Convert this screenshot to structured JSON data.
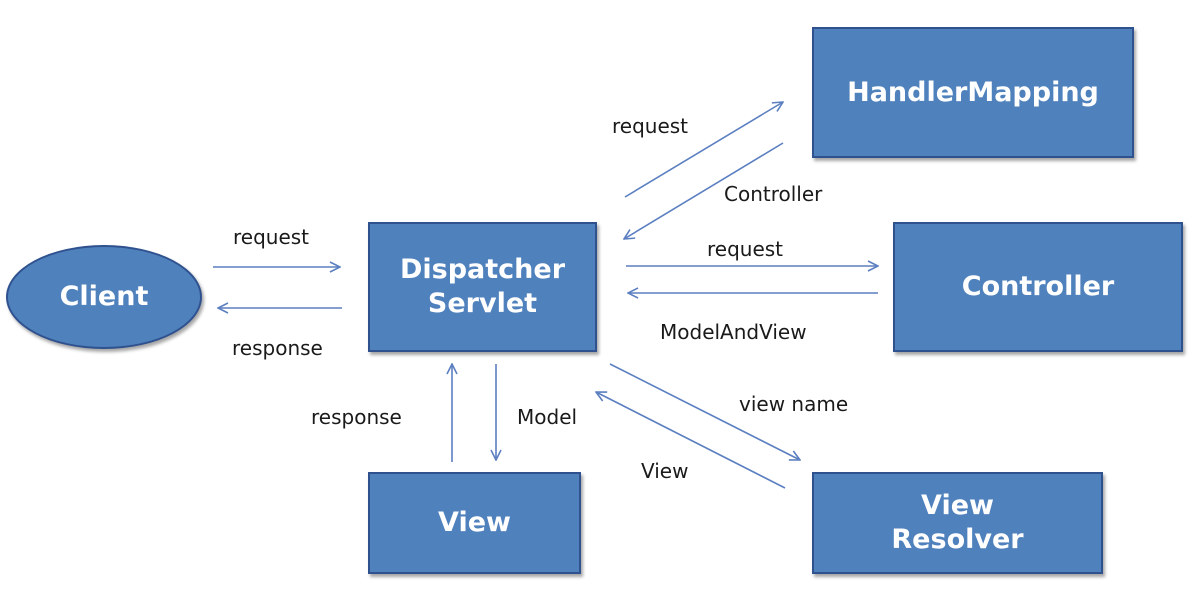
{
  "colors": {
    "node_fill": "#4f81bd",
    "node_border": "#2f528f",
    "node_text": "#ffffff",
    "arrow": "#5b7fc0",
    "label_text": "#1a1a1a"
  },
  "nodes": {
    "client": "Client",
    "dispatcher_servlet": "Dispatcher\nServlet",
    "handler_mapping": "HandlerMapping",
    "controller": "Controller",
    "view": "View",
    "view_resolver": "View\nResolver"
  },
  "edges": {
    "client_to_dispatcher": "request",
    "dispatcher_to_client": "response",
    "dispatcher_to_handler_mapping": "request",
    "handler_mapping_to_dispatcher": "Controller",
    "dispatcher_to_controller": "request",
    "controller_to_dispatcher": "ModelAndView",
    "dispatcher_to_view_resolver": "view name",
    "view_resolver_to_dispatcher": "View",
    "view_to_dispatcher": "response",
    "dispatcher_to_view": "Model"
  }
}
